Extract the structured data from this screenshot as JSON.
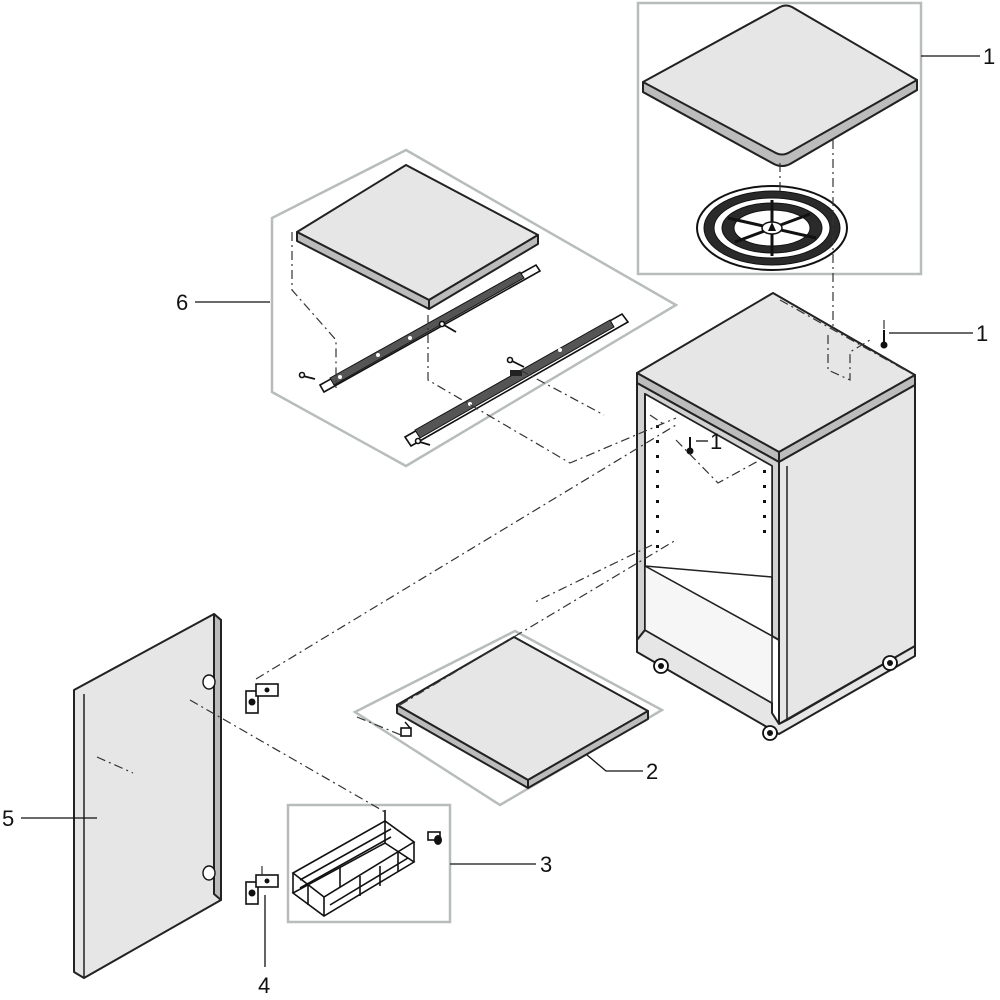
{
  "diagram": {
    "callouts": [
      {
        "id": "top",
        "label": "1"
      },
      {
        "id": "screw-right",
        "label": "1"
      },
      {
        "id": "screw-inner",
        "label": "1"
      },
      {
        "id": "bottom-shelf",
        "label": "2"
      },
      {
        "id": "basket",
        "label": "3"
      },
      {
        "id": "hinge",
        "label": "4"
      },
      {
        "id": "door",
        "label": "5"
      },
      {
        "id": "drawer-kit",
        "label": "6"
      }
    ]
  }
}
